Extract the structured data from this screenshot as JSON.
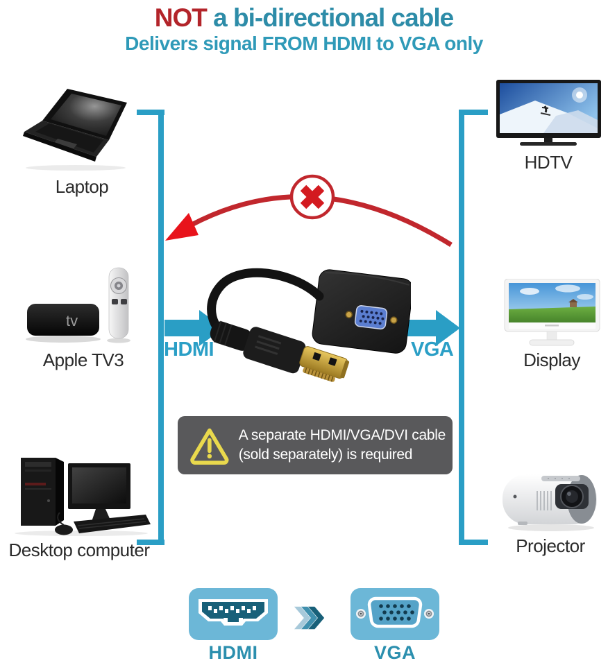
{
  "header": {
    "title_not": "NOT",
    "title_rest": " a bi-directional cable",
    "subtitle": "Delivers signal FROM HDMI to VGA only"
  },
  "sources": [
    {
      "label": "Laptop",
      "icon": "laptop-icon"
    },
    {
      "label": "Apple TV3",
      "icon": "apple-tv-icon",
      "logo": "tv"
    },
    {
      "label": "Desktop computer",
      "icon": "desktop-computer-icon"
    }
  ],
  "destinations": [
    {
      "label": "HDTV",
      "icon": "hdtv-icon"
    },
    {
      "label": "Display",
      "icon": "display-icon"
    },
    {
      "label": "Projector",
      "icon": "projector-icon"
    }
  ],
  "flow": {
    "input_label": "HDMI",
    "output_label": "VGA",
    "blocked_icon": "no-reverse-icon"
  },
  "warning": {
    "icon": "warning-triangle-icon",
    "line1": "A separate HDMI/VGA/DVI cable",
    "line2": "(sold separately) is required"
  },
  "footer": {
    "hdmi_label": "HDMI",
    "vga_label": "VGA",
    "hdmi_icon": "hdmi-port-icon",
    "vga_icon": "vga-port-icon",
    "chevrons_icon": "forward-chevrons-icon"
  },
  "colors": {
    "teal_line": "#2a9ec5",
    "title_teal": "#2d8ca8",
    "subtitle_teal": "#2f9ab8",
    "alert_red": "#c1272d",
    "not_red": "#b3242a",
    "warning_bg": "#59595b",
    "warning_yellow": "#e9d94d",
    "icon_bg_blue": "#6cb7d7",
    "icon_dark_teal": "#186079",
    "vga_port_blue": "#5b7ed0",
    "gold": "#d2ab45"
  }
}
